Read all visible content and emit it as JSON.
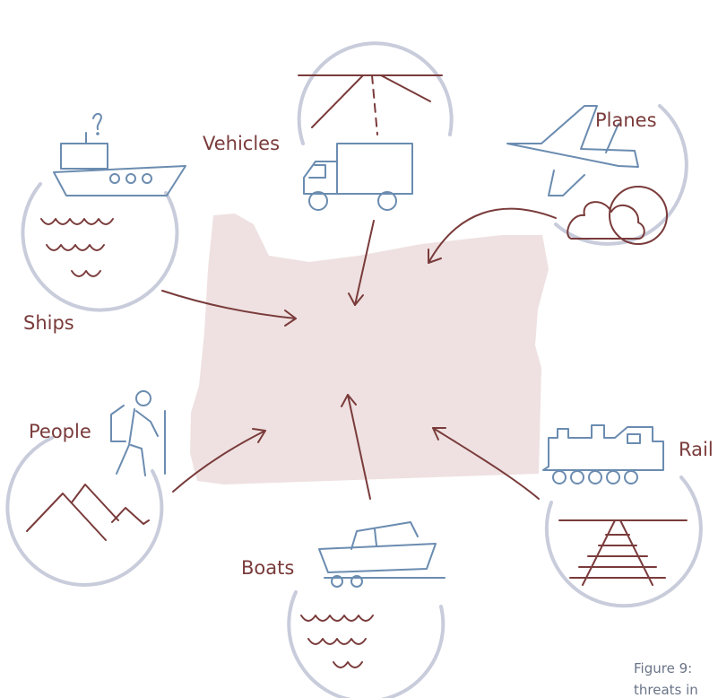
{
  "labels": {
    "vehicles": "Vehicles",
    "planes": "Planes",
    "ships": "Ships",
    "people": "People",
    "rail": "Rail",
    "boats": "Boats"
  },
  "caption": {
    "line1": "Figure 9:",
    "line2": "threats in"
  },
  "colors": {
    "accent": "#7a3b3b",
    "icon": "#6b8cb0",
    "ring": "#c8ccdb",
    "state_fill": "#efe1e1"
  }
}
